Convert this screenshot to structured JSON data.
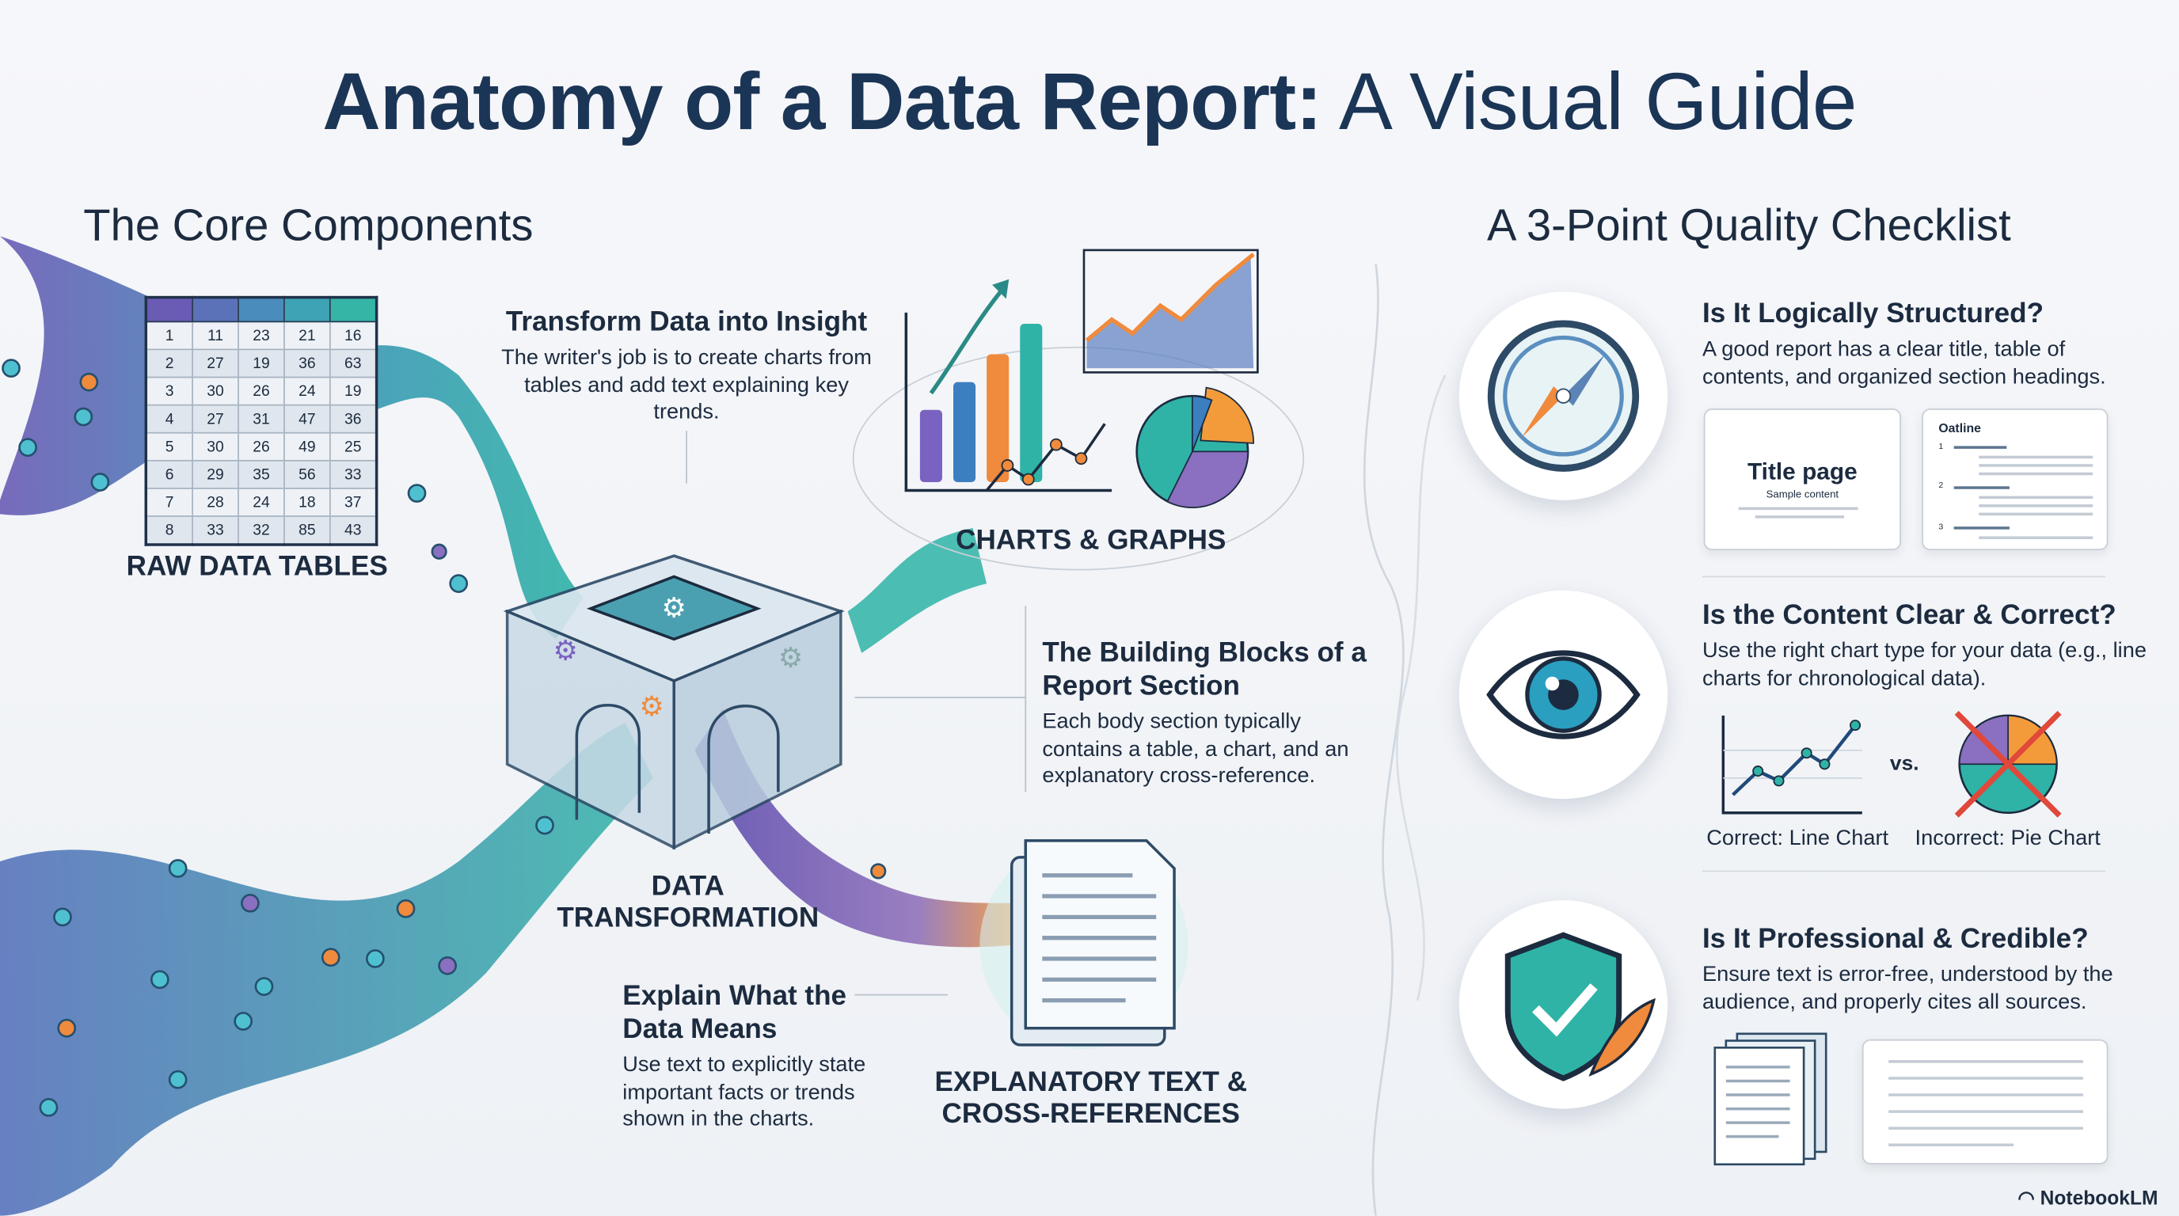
{
  "title": {
    "bold": "Anatomy of a Data Report:",
    "regular": "A Visual Guide"
  },
  "left_heading": "The Core Components",
  "right_heading": "A 3-Point Quality Checklist",
  "raw_table": {
    "label": "RAW DATA TABLES",
    "rows": [
      [
        "1",
        "11",
        "23",
        "21",
        "16"
      ],
      [
        "2",
        "27",
        "19",
        "36",
        "63"
      ],
      [
        "3",
        "30",
        "26",
        "24",
        "19"
      ],
      [
        "4",
        "27",
        "31",
        "47",
        "36"
      ],
      [
        "5",
        "30",
        "26",
        "49",
        "25"
      ],
      [
        "6",
        "29",
        "35",
        "56",
        "33"
      ],
      [
        "7",
        "28",
        "24",
        "18",
        "37"
      ],
      [
        "8",
        "33",
        "32",
        "85",
        "43"
      ]
    ]
  },
  "transform_callout": {
    "title": "Transform Data into Insight",
    "body": "The writer's job is to create charts from tables and add text explaining key trends."
  },
  "charts_label": "CHARTS & GRAPHS",
  "cube_label": "DATA TRANSFORMATION",
  "building_callout": {
    "title": "The Building Blocks of a Report Section",
    "body": "Each body section typically contains a table, a chart, and an explanatory cross-reference."
  },
  "explain_callout": {
    "title": "Explain What the Data Means",
    "body": "Use text to explicitly state important facts or trends shown in the charts."
  },
  "text_label": "EXPLANATORY TEXT & CROSS-REFERENCES",
  "checklist": [
    {
      "title": "Is It Logically Structured?",
      "body": "A good report has a clear title, table of contents, and organized section headings.",
      "icon": "compass-icon"
    },
    {
      "title": "Is the Content Clear & Correct?",
      "body": "Use the right chart type for your data (e.g., line charts for chronological data).",
      "icon": "eye-icon"
    },
    {
      "title": "Is It Professional & Credible?",
      "body": "Ensure text is error-free, understood by the audience, and properly cites all sources.",
      "icon": "shield-check-icon"
    }
  ],
  "title_card": {
    "title": "Title page",
    "sub": "Sample content"
  },
  "outline_card": {
    "title": "Oatline",
    "nums": [
      "1",
      "2",
      "3"
    ]
  },
  "compare": {
    "correct": "Correct: Line Chart",
    "vs": "vs.",
    "incorrect": "Incorrect: Pie Chart"
  },
  "footer": "NotebookLM",
  "colors": {
    "teal": "#2fb3a6",
    "purple": "#6a5bb5",
    "orange": "#f08a3c",
    "navy": "#1b3556"
  }
}
